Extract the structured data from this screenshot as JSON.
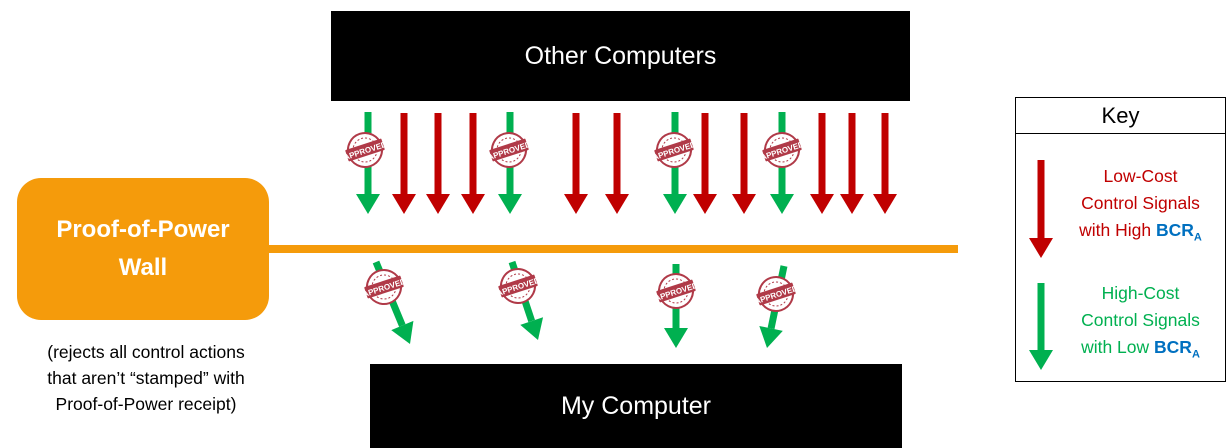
{
  "top_box": {
    "label": "Other Computers"
  },
  "bottom_box": {
    "label": "My Computer"
  },
  "wall": {
    "line1": "Proof-of-Power",
    "line2": "Wall"
  },
  "caption": {
    "line1": "(rejects all control actions",
    "line2": "that aren’t “stamped” with",
    "line3": "Proof-of-Power receipt)"
  },
  "stamp_text": "APPROVED",
  "key": {
    "title": "Key",
    "red": {
      "line1": "Low-Cost",
      "line2": "Control Signals",
      "line3_prefix": "with High ",
      "bcr": "BCR",
      "bcr_sub": "A"
    },
    "green": {
      "line1": "High-Cost",
      "line2": "Control Signals",
      "line3_prefix": "with Low ",
      "bcr": "BCR",
      "bcr_sub": "A"
    }
  },
  "colors": {
    "red_arrow": "#c00000",
    "green_arrow": "#00b050",
    "wall": "#f59b0b",
    "bcr": "#0070c0",
    "stamp": "#b03a48"
  }
}
